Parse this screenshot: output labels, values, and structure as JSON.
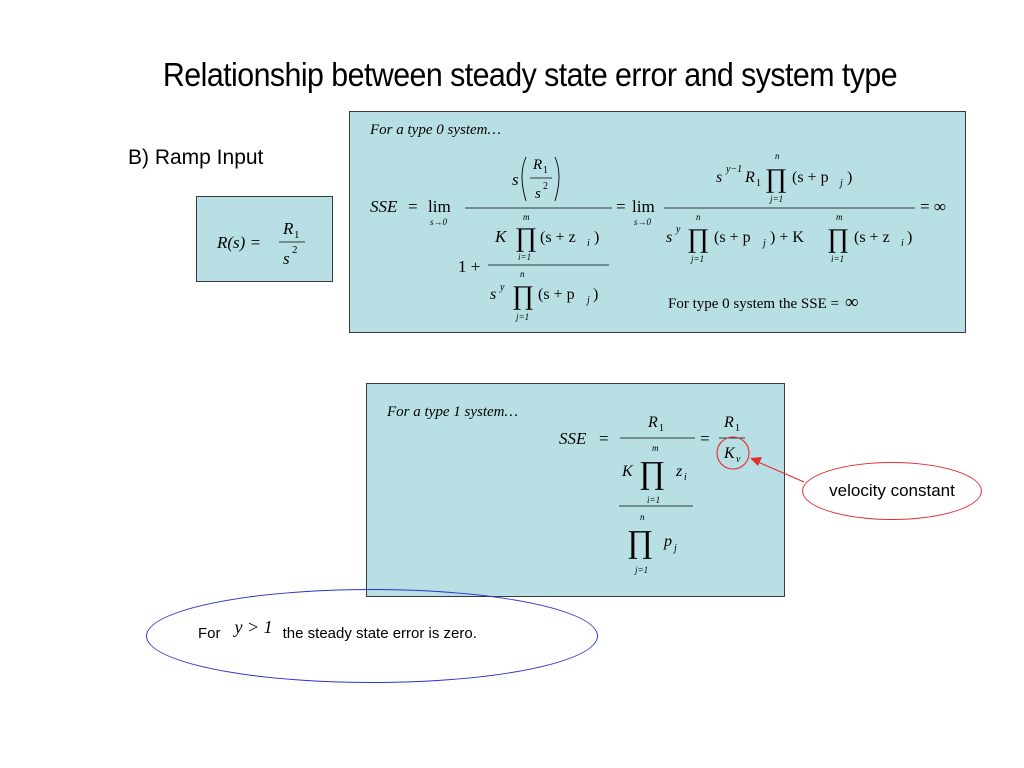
{
  "slide": {
    "title": "Relationship between steady state error and system type",
    "subhead": "B)  Ramp Input"
  },
  "input_box": {
    "lhs": "R(s) =",
    "num": "R",
    "num_sub": "1",
    "den": "s",
    "den_sup": "2"
  },
  "type0_box": {
    "caption": "For a type 0 system…",
    "note": "For type 0 system the SSE =",
    "note_value": "∞",
    "sym": {
      "SSE": "SSE",
      "eq": "=",
      "lim": "lim",
      "lim_sub": "s→0",
      "s": "s",
      "R": "R",
      "one": "1",
      "two": "2",
      "K": "K",
      "prod": "∏",
      "m": "m",
      "n": "n",
      "i1": "i=1",
      "j1": "j=1",
      "szi": "(s + z",
      "spj": "(s + p",
      "i": "i",
      "j": "j",
      "rp": ")",
      "plus1": "1 +",
      "y": "y",
      "ym1": "y−1",
      "plusK": ") + K",
      "inf": "= ∞"
    }
  },
  "type1_box": {
    "caption": "For a type 1 system…",
    "sym": {
      "SSE": "SSE",
      "eq": "=",
      "R": "R",
      "one": "1",
      "K": "K",
      "prod": "∏",
      "m": "m",
      "n": "n",
      "i1": "i=1",
      "j1": "j=1",
      "z": "z",
      "p": "p",
      "i": "i",
      "j": "j",
      "v": "v"
    }
  },
  "callout": {
    "label": "velocity constant",
    "color": "#e23030"
  },
  "conclusion": {
    "for": "For",
    "condition": "y > 1",
    "text": "the steady state error is zero.",
    "color": "#2a36c8"
  },
  "colors": {
    "box_fill": "#b8dfe3",
    "box_border": "#3a3a3a"
  }
}
